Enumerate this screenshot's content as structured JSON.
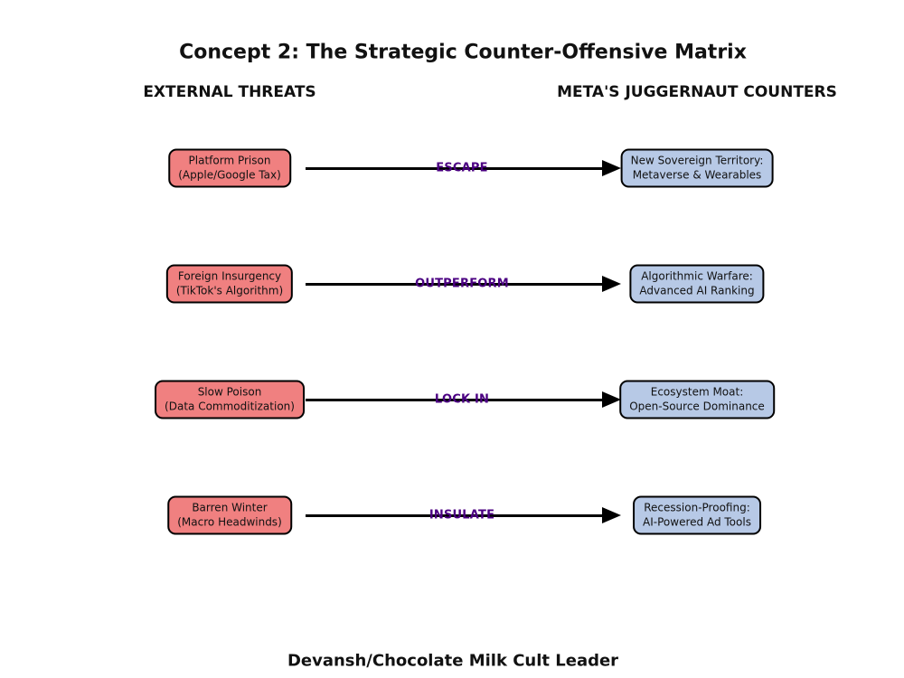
{
  "title": "Concept 2: The Strategic Counter-Offensive Matrix",
  "columns": {
    "left_header": "EXTERNAL THREATS",
    "right_header": "META'S JUGGERNAUT COUNTERS"
  },
  "rows": [
    {
      "threat_line1": "Platform Prison",
      "threat_line2": "(Apple/Google Tax)",
      "action": "ESCAPE",
      "counter_line1": "New Sovereign Territory:",
      "counter_line2": "Metaverse & Wearables"
    },
    {
      "threat_line1": "Foreign Insurgency",
      "threat_line2": "(TikTok's Algorithm)",
      "action": "OUTPERFORM",
      "counter_line1": "Algorithmic Warfare:",
      "counter_line2": "Advanced AI Ranking"
    },
    {
      "threat_line1": "Slow Poison",
      "threat_line2": "(Data Commoditization)",
      "action": "LOCK IN",
      "counter_line1": "Ecosystem Moat:",
      "counter_line2": "Open-Source Dominance"
    },
    {
      "threat_line1": "Barren Winter",
      "threat_line2": "(Macro Headwinds)",
      "action": "INSULATE",
      "counter_line1": "Recession-Proofing:",
      "counter_line2": "AI-Powered Ad Tools"
    }
  ],
  "footer": "Devansh/Chocolate Milk Cult Leader",
  "colors": {
    "threat_box_fill": "#F08080",
    "counter_box_fill": "#B7C9E6",
    "box_border": "#000000",
    "arrow": "#000000",
    "action_label": "#4B0082",
    "background": "#FFFFFF"
  }
}
